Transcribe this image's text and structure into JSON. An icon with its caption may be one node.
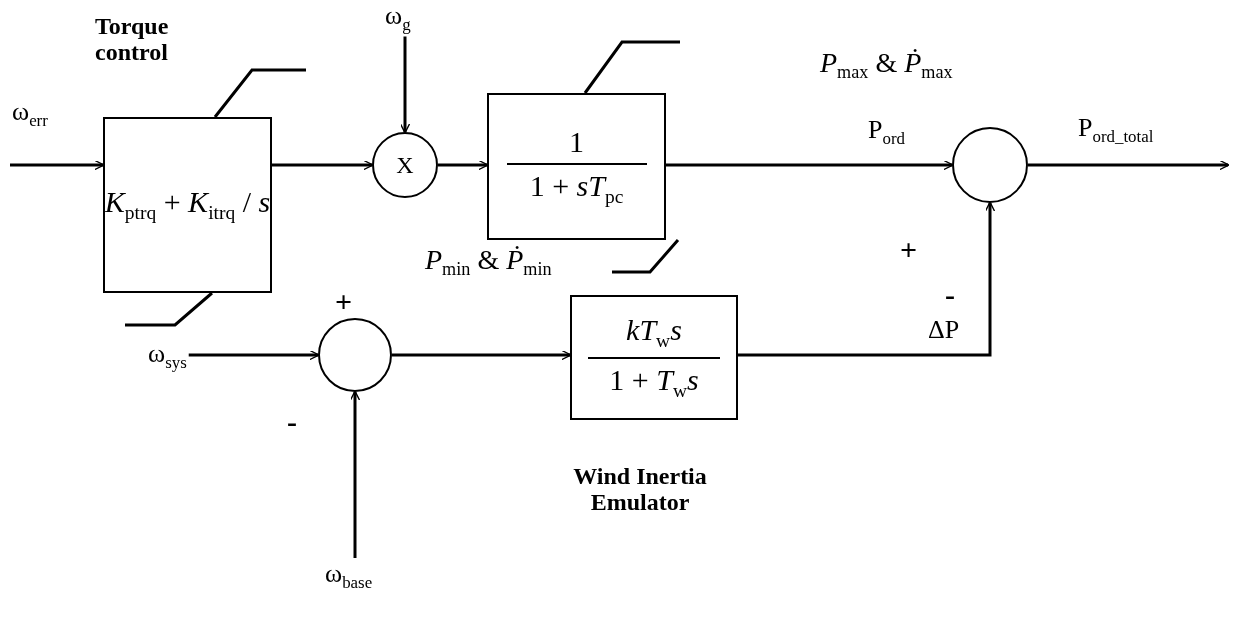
{
  "diagram": {
    "nodes": [
      {
        "text": [
          "ω$_{err}$"
        ]
      },
      {
        "text": [
          "Torque control",
          "*K*$_{ptrq}$ + *K*$_{itrq}$ / *s*"
        ]
      },
      {
        "text": [
          "ω$_{g}$"
        ]
      },
      {
        "text": [
          "X"
        ]
      },
      {
        "text": [
          "1",
          "1 + *sT*$_{pc}$"
        ]
      },
      {
        "text": [],
        "shape": "circle"
      },
      {
        "text": [
          "ω$_{sys}$"
        ]
      },
      {
        "text": [],
        "shape": "circle"
      },
      {
        "text": [
          "ω$_{base}$"
        ]
      },
      {
        "text": [
          "*kT*$_{w}$*s*",
          "1 + *T*$_{w}$*s*",
          "Wind Inertia Emulator"
        ]
      }
    ],
    "edges": [
      {
        "from": 0,
        "to": 1,
        "arrow": "to"
      },
      {
        "from": 1,
        "to": 3,
        "arrow": "to"
      },
      {
        "from": 2,
        "to": 3,
        "arrow": "to"
      },
      {
        "from": 3,
        "to": 4,
        "arrow": "to"
      },
      {
        "from": 4,
        "to": 5,
        "arrow": "to",
        "label": "P$_{ord}$"
      },
      {
        "from": 5,
        "to": null,
        "arrow": "to",
        "label": "P$_{ord_total}$"
      },
      {
        "from": 6,
        "to": 7,
        "arrow": "to"
      },
      {
        "from": 8,
        "to": 7,
        "arrow": "to"
      },
      {
        "from": 7,
        "to": 9,
        "arrow": "to"
      },
      {
        "from": 9,
        "to": 5,
        "arrow": "to",
        "label": "ΔP"
      }
    ],
    "labels": [
      "*P*$_{max}$ & *Ṗ*$_{max}$",
      "*P*$_{min}$ & *Ṗ*$_{min}$",
      "+",
      "-",
      "+",
      "-"
    ]
  }
}
